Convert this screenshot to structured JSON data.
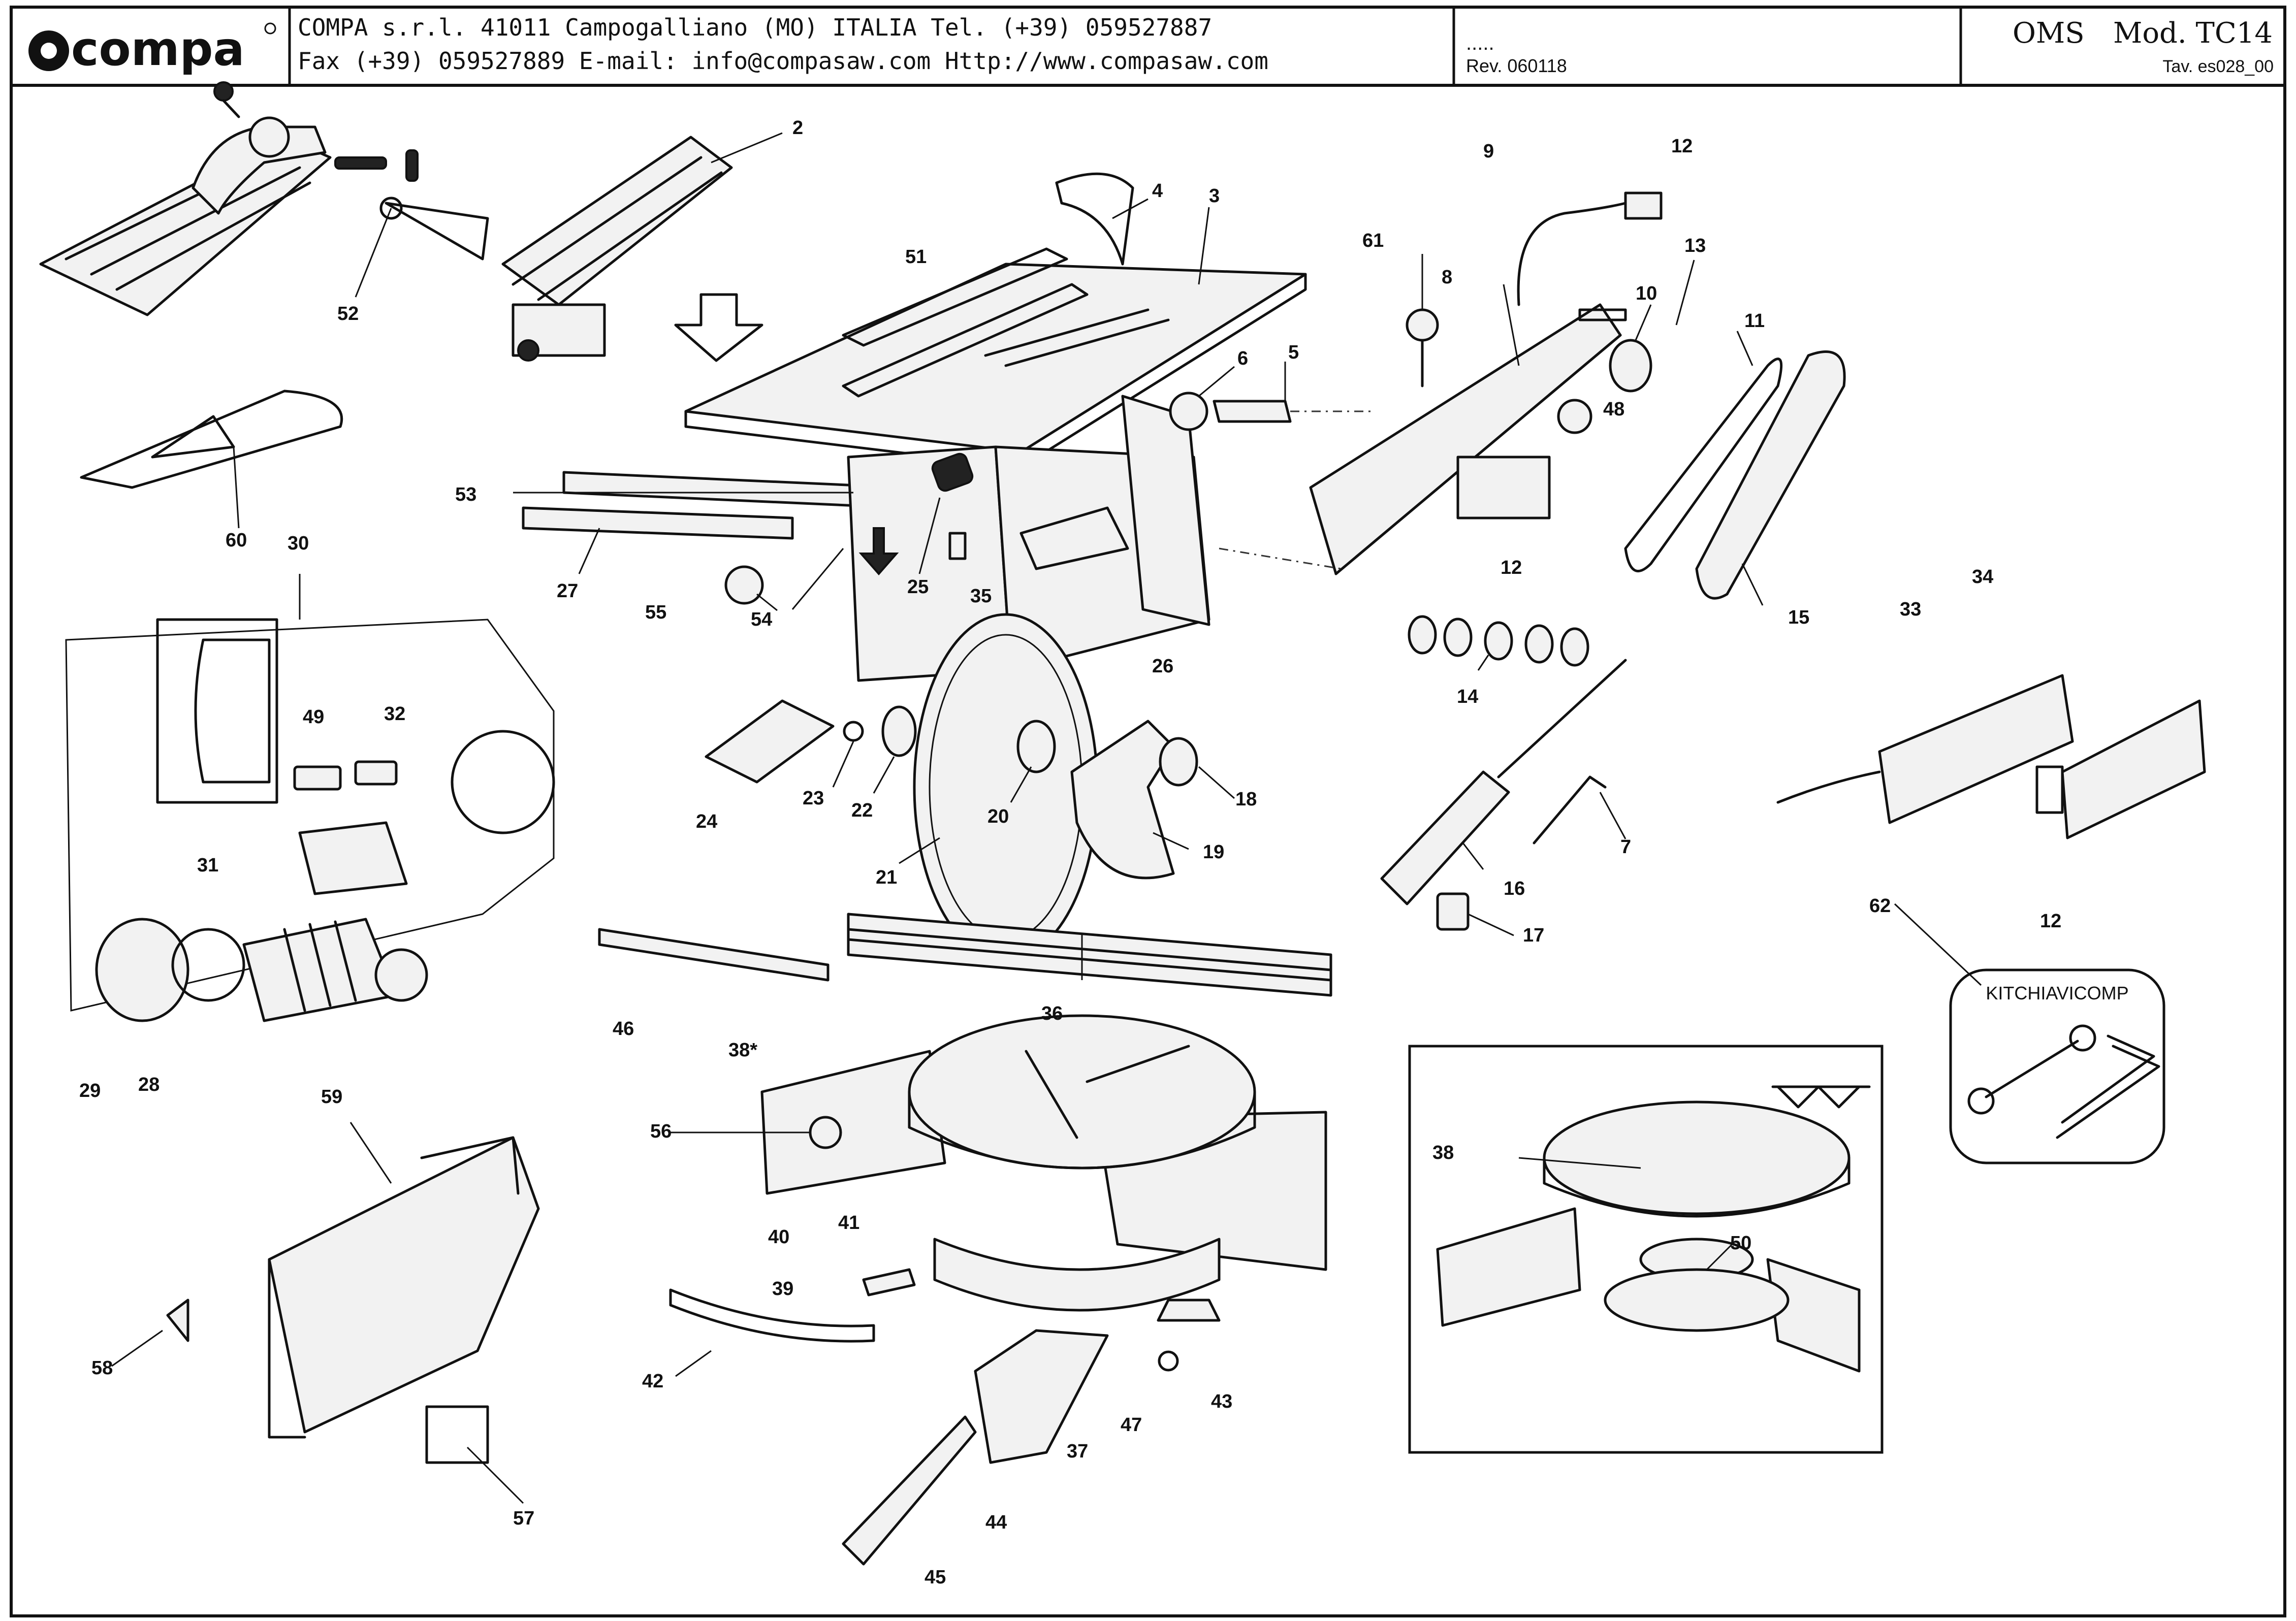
{
  "header": {
    "logo": "compa",
    "company_line1": "COMPA s.r.l. 41011 Campogalliano (MO) ITALIA Tel. (+39) 059527887",
    "company_line2": "Fax (+39) 059527889 E-mail: info@compasaw.com Http://www.compasaw.com",
    "doc_dots": ".....",
    "revision": "Rev. 060118",
    "series": "OMS",
    "model": "Mod. TC14",
    "table_ref": "Tav. es028_00"
  },
  "kit_label": "KITCHIAVICOMP",
  "callouts": {
    "c2": "2",
    "c3": "3",
    "c4": "4",
    "c5": "5",
    "c6": "6",
    "c7": "7",
    "c8": "8",
    "c9": "9",
    "c10": "10",
    "c11": "11",
    "c12a": "12",
    "c12b": "12",
    "c12c": "12",
    "c13": "13",
    "c14": "14",
    "c15": "15",
    "c16": "16",
    "c17": "17",
    "c18": "18",
    "c19": "19",
    "c20": "20",
    "c21": "21",
    "c22": "22",
    "c23": "23",
    "c24": "24",
    "c25": "25",
    "c26": "26",
    "c27": "27",
    "c28": "28",
    "c29": "29",
    "c30": "30",
    "c31": "31",
    "c32": "32",
    "c33": "33",
    "c34": "34",
    "c35": "35",
    "c36": "36",
    "c37": "37",
    "c38": "38*",
    "c38b": "38",
    "c39": "39",
    "c40": "40",
    "c41": "41",
    "c42": "42",
    "c43": "43",
    "c44": "44",
    "c45": "45",
    "c46": "46",
    "c47": "47",
    "c48": "48",
    "c49": "49",
    "c50": "50",
    "c51": "51",
    "c52": "52",
    "c53": "53",
    "c54": "54",
    "c55": "55",
    "c56": "56",
    "c57": "57",
    "c58": "58",
    "c59": "59",
    "c60": "60",
    "c61": "61",
    "c62": "62"
  }
}
